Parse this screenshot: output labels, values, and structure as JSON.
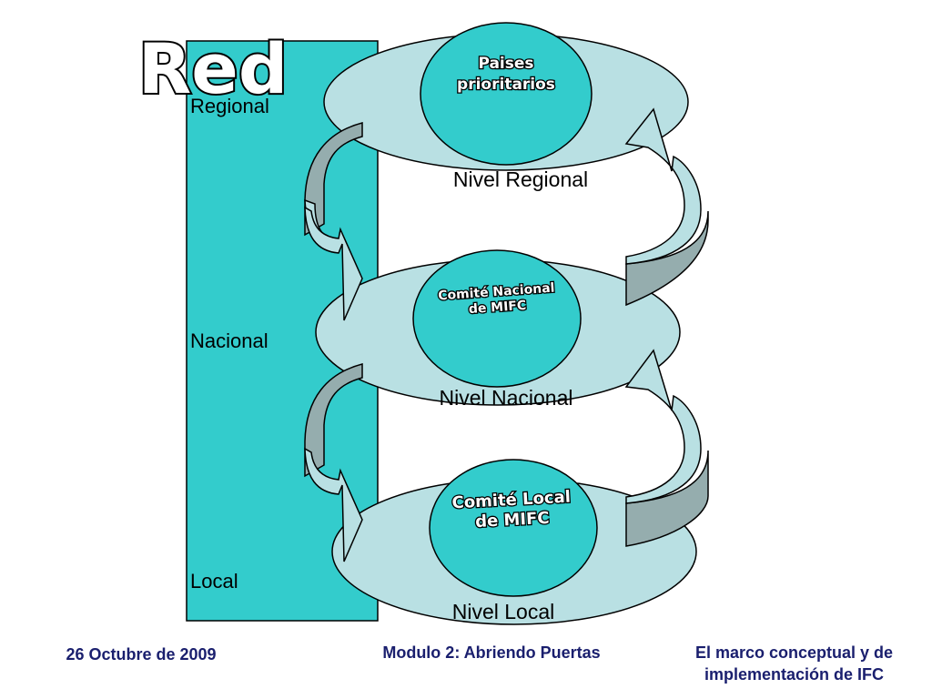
{
  "title": "Red",
  "side_bar": {
    "labels": {
      "regional": "Regional",
      "nacional": "Nacional",
      "local": "Local"
    }
  },
  "levels": {
    "regional": {
      "name": "Nivel Regional",
      "inner_lines": [
        "Paises",
        "prioritarios"
      ]
    },
    "nacional": {
      "name": "Nivel Nacional",
      "inner_lines": [
        "Comité Nacional",
        "de MIFC"
      ]
    },
    "local": {
      "name": "Nivel Local",
      "inner_lines": [
        "Comité Local",
        "de MIFC"
      ]
    }
  },
  "footer": {
    "date": "26 Octubre de 2009",
    "module": "Modulo 2: Abriendo Puertas",
    "framework": "El marco conceptual y de implementación de IFC"
  },
  "colors": {
    "bar_fill": "#33cccc",
    "outer_ellipse": "#b9e0e3",
    "inner_circle": "#33cccc",
    "arrow_face": "#b9e0e3",
    "arrow_shade": "#95adae",
    "footer_text": "#1a1f6e"
  }
}
